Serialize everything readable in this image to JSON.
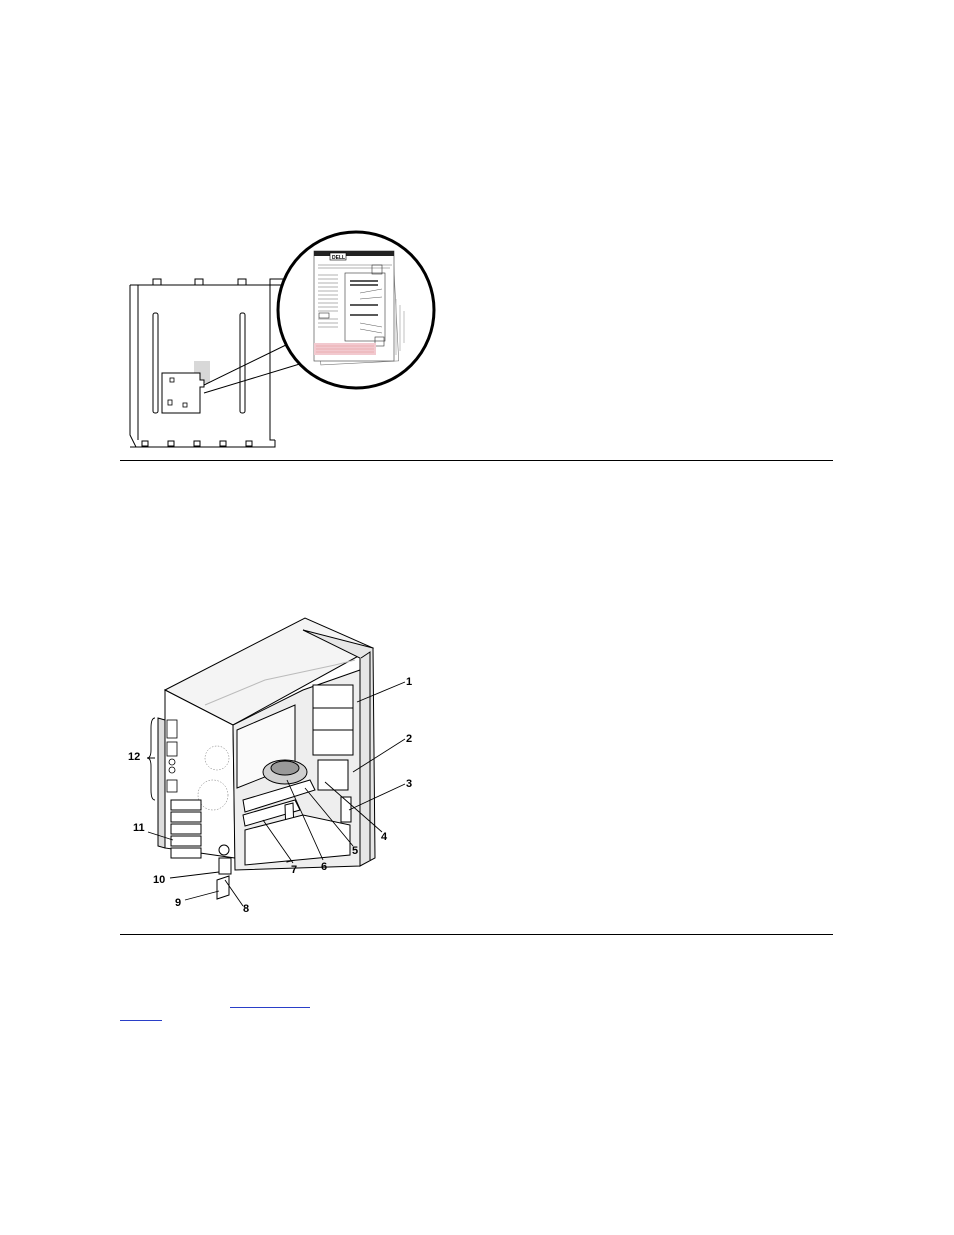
{
  "figure1": {
    "label_logo": "DELL"
  },
  "figure2": {
    "callouts": [
      {
        "id": "1",
        "text": "1"
      },
      {
        "id": "2",
        "text": "2"
      },
      {
        "id": "3",
        "text": "3"
      },
      {
        "id": "4",
        "text": "4"
      },
      {
        "id": "5",
        "text": "5"
      },
      {
        "id": "6",
        "text": "6"
      },
      {
        "id": "7",
        "text": "7"
      },
      {
        "id": "8",
        "text": "8"
      },
      {
        "id": "9",
        "text": "9"
      },
      {
        "id": "10",
        "text": "10"
      },
      {
        "id": "11",
        "text": "11"
      },
      {
        "id": "12",
        "text": "12"
      }
    ]
  },
  "colors": {
    "rule": "#000000",
    "link_underline": "#2a3fc8",
    "panel_gray": "#d8d8d8",
    "label_pink": "#f2c9cf"
  }
}
